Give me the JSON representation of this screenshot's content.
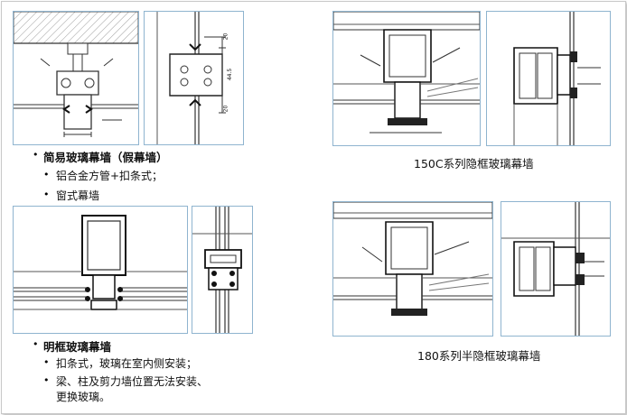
{
  "section1": {
    "heading": "简易玻璃幕墙（假幕墙）",
    "items": [
      "铝合金方管+扣条式；",
      "窗式幕墙"
    ]
  },
  "section2": {
    "heading": "明框玻璃幕墙",
    "items": [
      "扣条式，玻璃在室内侧安装；",
      "梁、柱及剪力墙位置无法安装、",
      "更换玻璃。"
    ]
  },
  "captions": {
    "top_right": "150C系列隐框玻璃幕墙",
    "bottom_right": "180系列半隐框玻璃幕墙"
  },
  "dims": {
    "d1": "20",
    "d2": "44.5",
    "d3": "20"
  },
  "bullet_glyph": "•"
}
